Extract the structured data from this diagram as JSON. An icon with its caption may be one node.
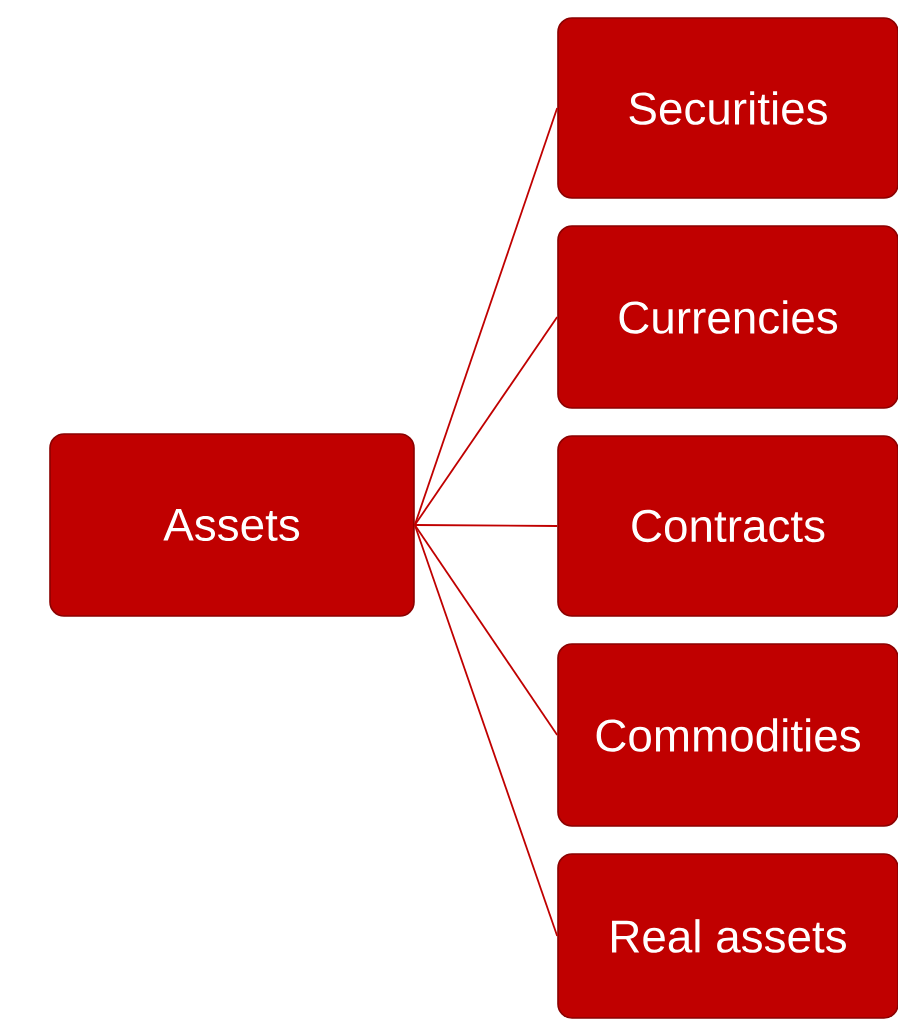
{
  "diagram": {
    "nodes": [
      {
        "text": [
          "Assets"
        ]
      },
      {
        "text": [
          "Securities"
        ]
      },
      {
        "text": [
          "Currencies"
        ]
      },
      {
        "text": [
          "Contracts"
        ]
      },
      {
        "text": [
          "Commodities"
        ]
      },
      {
        "text": [
          "Real assets"
        ]
      }
    ],
    "edges": [
      {
        "from": 0,
        "to": 1,
        "arrow": "none"
      },
      {
        "from": 0,
        "to": 2,
        "arrow": "none"
      },
      {
        "from": 0,
        "to": 3,
        "arrow": "none"
      },
      {
        "from": 0,
        "to": 4,
        "arrow": "none"
      },
      {
        "from": 0,
        "to": 5,
        "arrow": "none"
      }
    ]
  }
}
